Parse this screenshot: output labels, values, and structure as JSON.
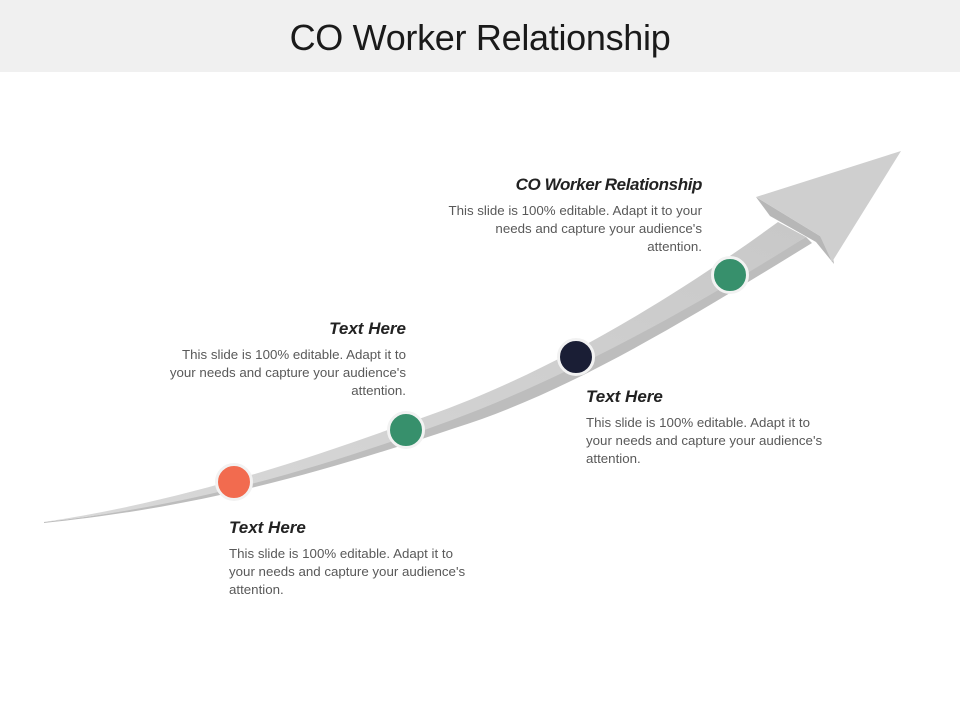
{
  "title": "CO Worker Relationship",
  "colors": {
    "title_bar": "#f0f0f0",
    "arrow": "#cfcfcf",
    "dot_orange": "#f26b4f",
    "dot_green": "#37906c",
    "dot_navy": "#1a1e35"
  },
  "items": [
    {
      "heading": "Text Here",
      "description": "This slide is 100% editable. Adapt it to your needs and capture your audience's attention."
    },
    {
      "heading": "Text Here",
      "description": "This slide is 100% editable. Adapt it to your needs and capture your audience's attention."
    },
    {
      "heading": "Text Here",
      "description": "This slide is 100% editable. Adapt it to your needs and capture your audience's attention."
    },
    {
      "heading": "CO Worker Relationship",
      "description": "This slide is 100% editable. Adapt it to your needs and capture your audience's attention."
    }
  ]
}
